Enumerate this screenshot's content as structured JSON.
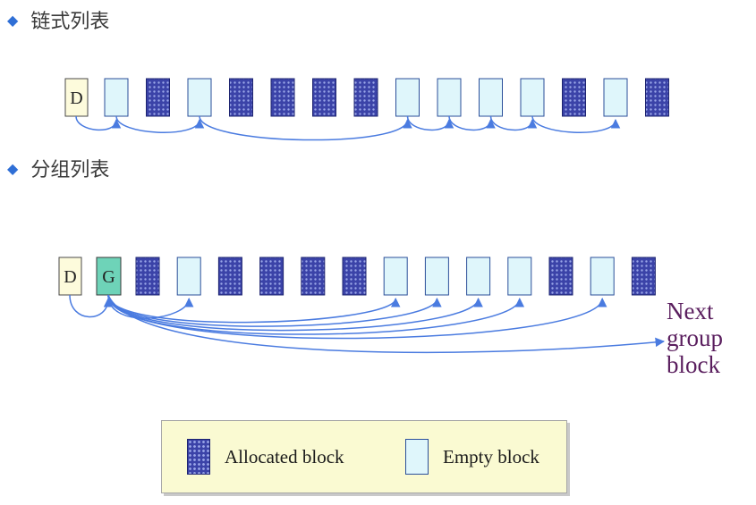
{
  "sections": [
    {
      "title": "链式列表",
      "head_label": "D"
    },
    {
      "title": "分组列表",
      "head_label": "D",
      "group_label": "G"
    }
  ],
  "linked_list": {
    "blocks": [
      "empty",
      "alloc",
      "empty",
      "alloc",
      "alloc",
      "alloc",
      "alloc",
      "empty",
      "empty",
      "empty",
      "empty",
      "alloc",
      "empty",
      "alloc"
    ]
  },
  "grouped_list": {
    "blocks": [
      "alloc",
      "empty",
      "alloc",
      "alloc",
      "alloc",
      "alloc",
      "empty",
      "empty",
      "empty",
      "empty",
      "alloc",
      "empty",
      "alloc"
    ]
  },
  "next_group_label": [
    "Next",
    "group",
    "block"
  ],
  "legend": {
    "allocated_label": "Allocated block",
    "empty_label": "Empty block"
  },
  "colors": {
    "allocated_fill": "#3b43a8",
    "empty_fill": "#dff6fb",
    "head_fill": "#fdfbdc",
    "group_fill": "#6ed3b8",
    "arrow": "#4a7be0",
    "next_label": "#5a1e5e"
  }
}
